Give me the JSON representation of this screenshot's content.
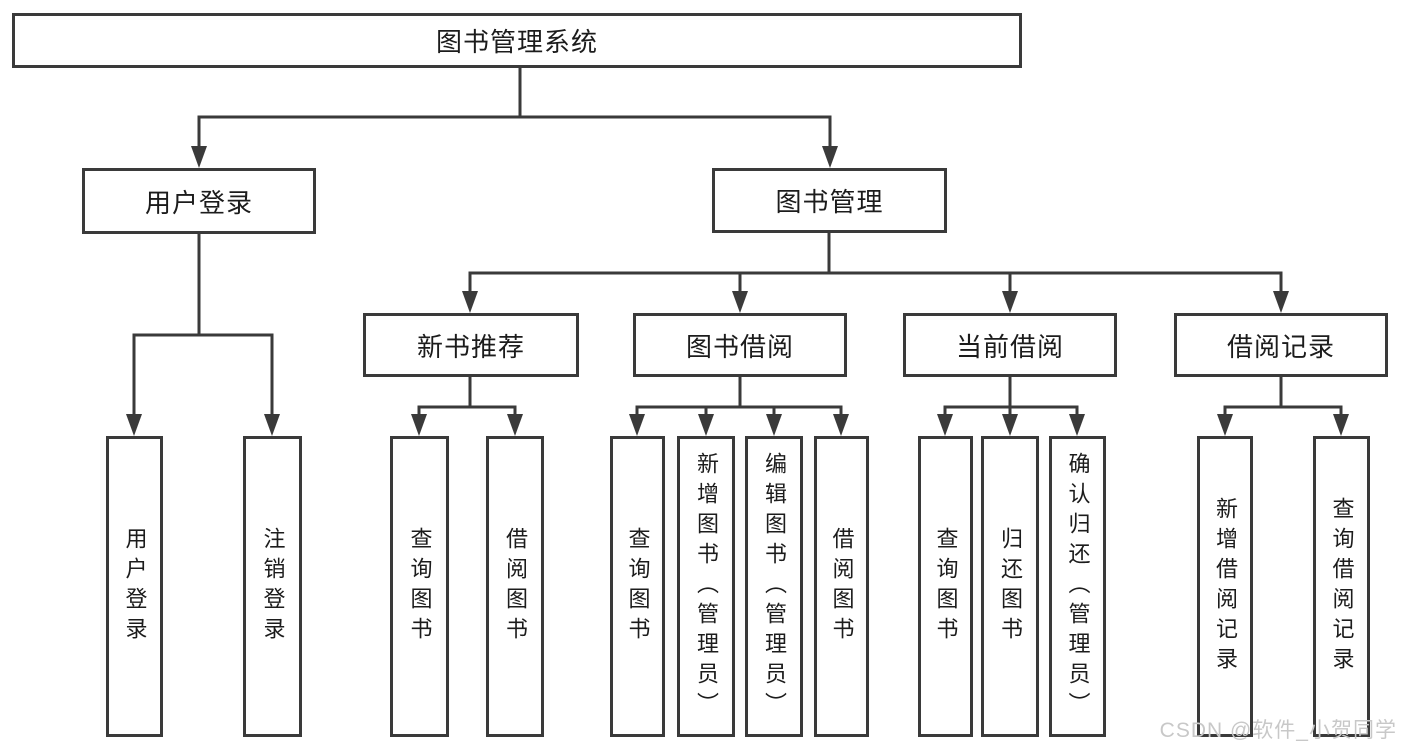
{
  "tree": {
    "root": "图书管理系统",
    "level2": [
      "用户登录",
      "图书管理"
    ],
    "level3": [
      "新书推荐",
      "图书借阅",
      "当前借阅",
      "借阅记录"
    ],
    "leaves": {
      "user_login": [
        "用户登录",
        "注销登录"
      ],
      "new_book_recommend": [
        "查询图书",
        "借阅图书"
      ],
      "book_borrowing": [
        "查询图书",
        "新增图书（管理员）",
        "编辑图书（管理员）",
        "借阅图书"
      ],
      "current_borrowing": [
        "查询图书",
        "归还图书",
        "确认归还（管理员）"
      ],
      "borrowing_records": [
        "新增借阅记录",
        "查询借阅记录"
      ]
    }
  },
  "watermark": "CSDN @软件_小贺同学",
  "colors": {
    "line": "#3a3a3a",
    "text": "#1c1c1c",
    "background": "#ffffff",
    "watermark": "#c8c8c8"
  }
}
